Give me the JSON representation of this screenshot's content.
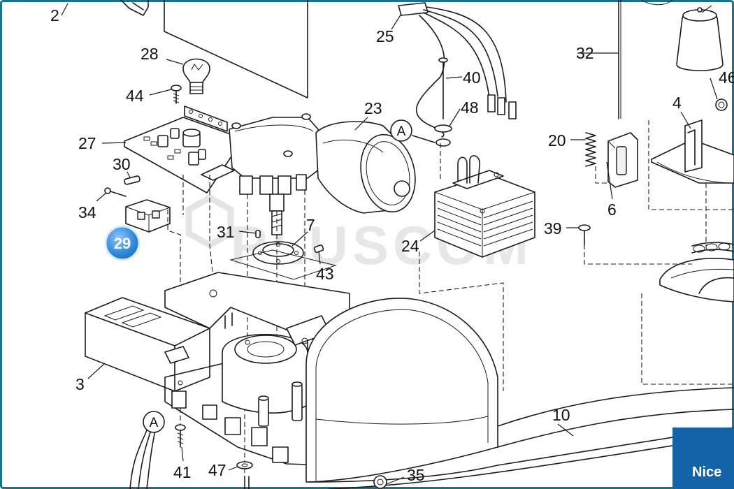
{
  "watermark": "PLUSCOM",
  "brand_logo": "Nice",
  "highlight_badge": "29",
  "connector_marker": "A",
  "part_numbers": {
    "p2": "2",
    "p3": "3",
    "p4": "4",
    "p6": "6",
    "p7": "7",
    "p10": "10",
    "p20": "20",
    "p23": "23",
    "p24": "24",
    "p25": "25",
    "p27": "27",
    "p28": "28",
    "p30": "30",
    "p31": "31",
    "p32": "32",
    "p34": "34",
    "p35": "35",
    "p39": "39",
    "p40": "40",
    "p41": "41",
    "p43": "43",
    "p44": "44",
    "p46": "46",
    "p47": "47",
    "p48": "48"
  },
  "colors": {
    "badge_blue": "#3a8fdd",
    "logo_blue": "#1463a8",
    "frame": "#1f6f86"
  }
}
